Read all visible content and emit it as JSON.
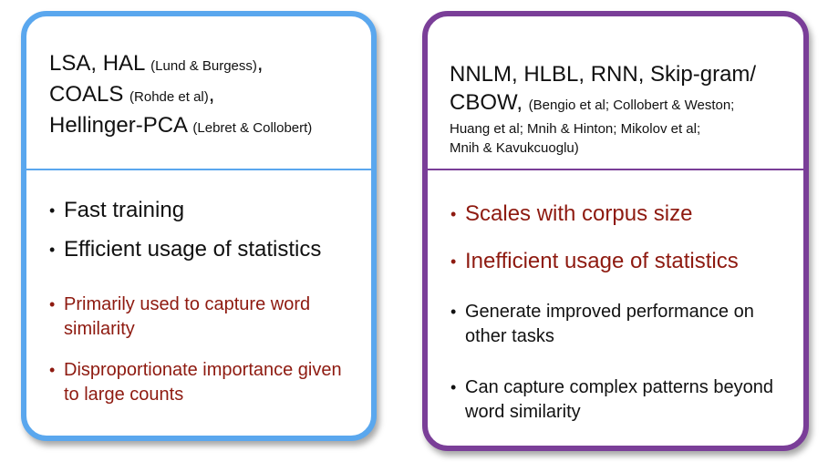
{
  "left_panel": {
    "header": {
      "l1_main": "LSA, HAL ",
      "l1_ref": "(Lund & Burgess)",
      "l1_end": ",",
      "l2_main": "COALS ",
      "l2_ref": "(Rohde et al)",
      "l2_end": ",",
      "l3_main": "Hellinger-PCA ",
      "l3_ref": "(Lebret & Collobert)"
    },
    "bullets": [
      {
        "text": "Fast training"
      },
      {
        "text": "Efficient usage of statistics"
      },
      {
        "text": "Primarily used to capture word similarity"
      },
      {
        "text": "Disproportionate importance given to large counts"
      }
    ]
  },
  "right_panel": {
    "header": {
      "l1": "NNLM, HLBL, RNN, Skip-gram/",
      "l2_main": "CBOW, ",
      "l2_ref": "(Bengio et al; Collobert & Weston;",
      "l3_ref": "Huang et al; Mnih & Hinton; Mikolov et al;",
      "l4_ref": "Mnih & Kavukcuoglu)"
    },
    "bullets": [
      {
        "text": "Scales with corpus size"
      },
      {
        "text": "Inefficient usage of statistics"
      },
      {
        "text": "Generate improved performance on other tasks"
      },
      {
        "text": "Can capture complex patterns beyond word similarity"
      }
    ]
  },
  "bullet_char": "•",
  "colors": {
    "left_border": "#5aa7ee",
    "right_border": "#7a3e98",
    "negative_text": "#8e1a10",
    "text": "#111111"
  }
}
